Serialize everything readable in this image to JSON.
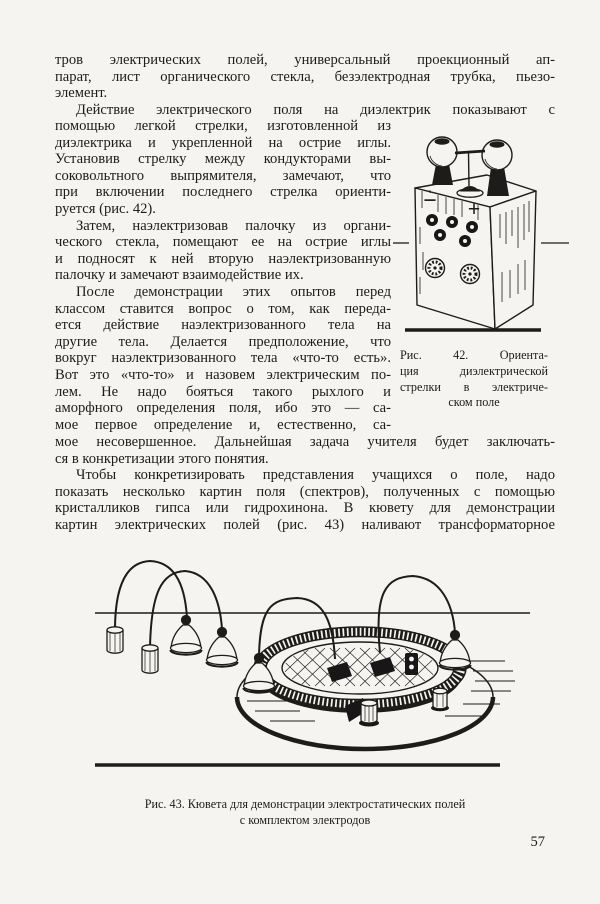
{
  "page": {
    "number": "57",
    "colors": {
      "ink": "#1d1c1a",
      "paper": "#f5f4f0"
    }
  },
  "body": {
    "full_top": [
      {
        "text": "тров электрических полей, универсальный проекционный ап-"
      },
      {
        "text": "парат, лист органического стекла, безэлектродная трубка, пьезо-"
      },
      {
        "text": "элемент.",
        "end": true
      },
      {
        "text": "Действие электрического поля на диэлектрик показывают с",
        "indent": true
      }
    ],
    "narrow": [
      {
        "text": "помощью легкой стрелки, изготовленной из"
      },
      {
        "text": "диэлектрика и укрепленной на острие иглы."
      },
      {
        "text": "Установив стрелку между кондукторами вы-"
      },
      {
        "text": "соковольтного выпрямителя, замечают, что"
      },
      {
        "text": "при включении последнего стрелка ориенти-"
      },
      {
        "text": "руется (рис. 42).",
        "end": true
      },
      {
        "text": "Затем, наэлектризовав палочку из органи-",
        "indent": true
      },
      {
        "text": "ческого стекла, помещают ее на острие иглы"
      },
      {
        "text": "и подносят к ней вторую наэлектризованную"
      },
      {
        "text": "палочку и замечают взаимодействие их.",
        "end": true
      },
      {
        "text": "После демонстрации этих опытов перед",
        "indent": true
      },
      {
        "text": "классом ставится вопрос о том, как переда-"
      },
      {
        "text": "ется действие наэлектризованного тела на"
      },
      {
        "text": "другие тела. Делается предположение, что"
      },
      {
        "text": "вокруг наэлектризованного тела «что-то есть»."
      },
      {
        "text": "Вот это «что-то» и назовем электрическим по-"
      },
      {
        "text": "лем. Не надо бояться такого рыхлого и"
      },
      {
        "text": "аморфного определения поля, ибо это — са-"
      },
      {
        "text": "мое первое определение и, естественно, са-"
      }
    ],
    "full_bottom": [
      {
        "text": "мое несовершенное. Дальнейшая задача учителя будет заключать-"
      },
      {
        "text": "ся в конкретизации этого понятия.",
        "end": true
      },
      {
        "text": "Чтобы конкретизировать представления учащихся о поле, надо",
        "indent": true
      },
      {
        "text": "показать несколько картин поля (спектров), полученных с помощью"
      },
      {
        "text": "кристалликов гипса или гидрохинона.  В кювету для демонстрации"
      },
      {
        "text": "картин электрических полей (рис. 43) наливают трансформаторное"
      }
    ]
  },
  "figure42": {
    "labels": {
      "minus": "−",
      "plus": "+"
    },
    "caption_lines": [
      {
        "text": "Рис. 42. Ориента-"
      },
      {
        "text": "ция диэлектрической"
      },
      {
        "text": "стрелки в электриче-"
      },
      {
        "text": "ском поле",
        "end": true
      }
    ]
  },
  "figure43": {
    "caption_lines": [
      {
        "text": "Рис. 43. Кювета для демонстрации  электростатических полей",
        "end": true
      },
      {
        "text": "с комплектом  электродов",
        "end": true
      }
    ]
  }
}
